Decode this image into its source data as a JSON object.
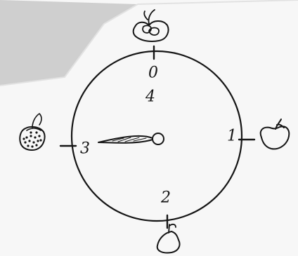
{
  "dial": {
    "top_label": "0",
    "inner_label": "4",
    "right_label": "1",
    "bottom_label": "2",
    "left_label": "3"
  },
  "fruit_icons": {
    "top": "tomato-icon",
    "right": "apple-icon",
    "bottom": "pear-icon",
    "left": "strawberry-icon"
  },
  "colors": {
    "ink": "#151515",
    "paper": "#f7f7f7",
    "background": "#cfcfcf"
  }
}
